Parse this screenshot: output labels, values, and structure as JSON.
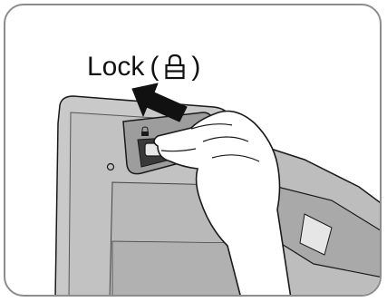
{
  "caption": {
    "word": "Lock",
    "paren_open": "(",
    "paren_close": ")",
    "symbol_icon": "padlock-icon"
  },
  "illustration": {
    "subject": "hand-sliding-lock-switch",
    "arrow_direction": "up-left"
  },
  "colors": {
    "frame_border": "#8c8c8c",
    "device_body": "#c8c8c8",
    "device_dark": "#8a8a8a",
    "arrow": "#111111",
    "hand_fill": "#ffffff",
    "outline": "#1a1a1a"
  }
}
